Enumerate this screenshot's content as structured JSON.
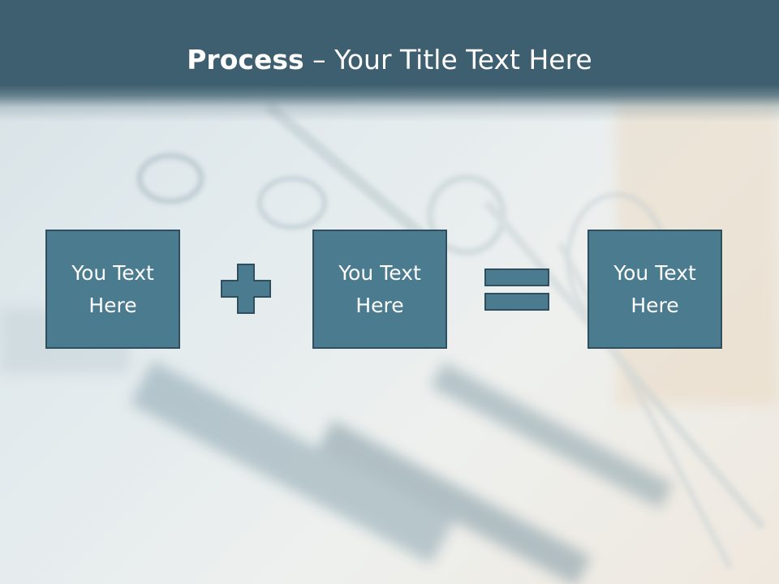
{
  "title": {
    "bold": "Process",
    "rest": " – Your Title Text Here"
  },
  "process": {
    "boxes": [
      {
        "label": "You Text Here"
      },
      {
        "label": "You Text Here"
      },
      {
        "label": "You Text Here"
      }
    ],
    "operators": [
      "plus-icon",
      "equals-icon"
    ]
  },
  "colors": {
    "title_bar": "#3e5f6f",
    "box_fill": "#4b7b8f",
    "box_border": "#2f4f5e",
    "title_text": "#ffffff"
  }
}
